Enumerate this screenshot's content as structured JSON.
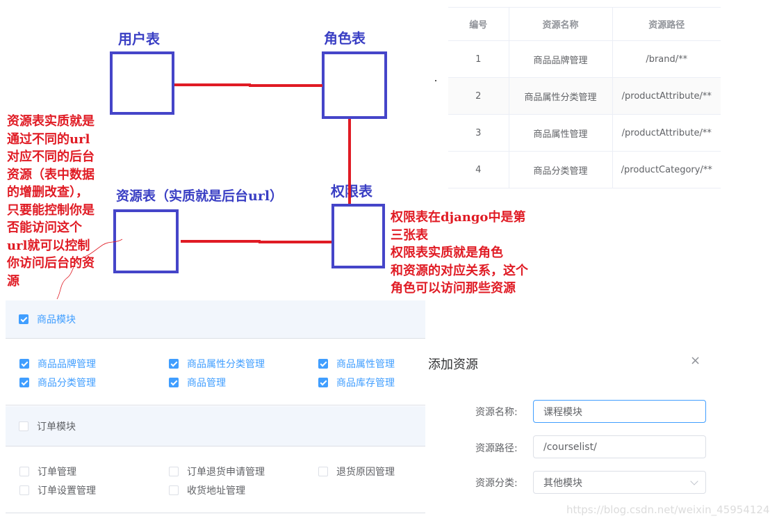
{
  "diagram": {
    "labels": {
      "user_table": "用户表",
      "role_table": "角色表",
      "resource_table": "资源表（实质就是后台url）",
      "permission_table": "权限表"
    },
    "left_note": [
      "资源表实质就是",
      "通过不同的url",
      "对应不同的后台",
      "资源（表中数据",
      "的增删改查），",
      "只要能控制你是",
      "否能访问这个",
      "url就可以控制",
      "你访问后台的资",
      "源"
    ],
    "right_note": [
      "权限表在django中是第",
      "三张表",
      "权限表实质就是角色",
      "和资源的对应关系，这个",
      "角色可以访问那些资源"
    ],
    "colors": {
      "box": "#4545c9",
      "link": "#e01b24",
      "label": "#3a3fc4",
      "note": "#e01b24"
    }
  },
  "resource_table": {
    "headers": [
      "编号",
      "资源名称",
      "资源路径"
    ],
    "rows": [
      [
        "1",
        "商品品牌管理",
        "/brand/**"
      ],
      [
        "2",
        "商品属性分类管理",
        "/productAttribute/**"
      ],
      [
        "3",
        "商品属性管理",
        "/productAttribute/**"
      ],
      [
        "4",
        "商品分类管理",
        "/productCategory/**"
      ]
    ]
  },
  "permissions": {
    "groups": [
      {
        "name": "商品模块",
        "checked": true,
        "items": [
          {
            "label": "商品品牌管理",
            "checked": true
          },
          {
            "label": "商品属性分类管理",
            "checked": true
          },
          {
            "label": "商品属性管理",
            "checked": true
          },
          {
            "label": "商品分类管理",
            "checked": true
          },
          {
            "label": "商品管理",
            "checked": true
          },
          {
            "label": "商品库存管理",
            "checked": true
          }
        ]
      },
      {
        "name": "订单模块",
        "checked": false,
        "items": [
          {
            "label": "订单管理",
            "checked": false
          },
          {
            "label": "订单退货申请管理",
            "checked": false
          },
          {
            "label": "退货原因管理",
            "checked": false
          },
          {
            "label": "订单设置管理",
            "checked": false
          },
          {
            "label": "收货地址管理",
            "checked": false
          }
        ]
      }
    ]
  },
  "dialog": {
    "title": "添加资源",
    "close_icon": "×",
    "fields": {
      "name_label": "资源名称:",
      "name_value": "课程模块",
      "path_label": "资源路径:",
      "path_value": "/courselist/",
      "category_label": "资源分类:",
      "category_value": "其他模块"
    }
  },
  "watermark": "https://blog.csdn.net/weixin_45954124"
}
